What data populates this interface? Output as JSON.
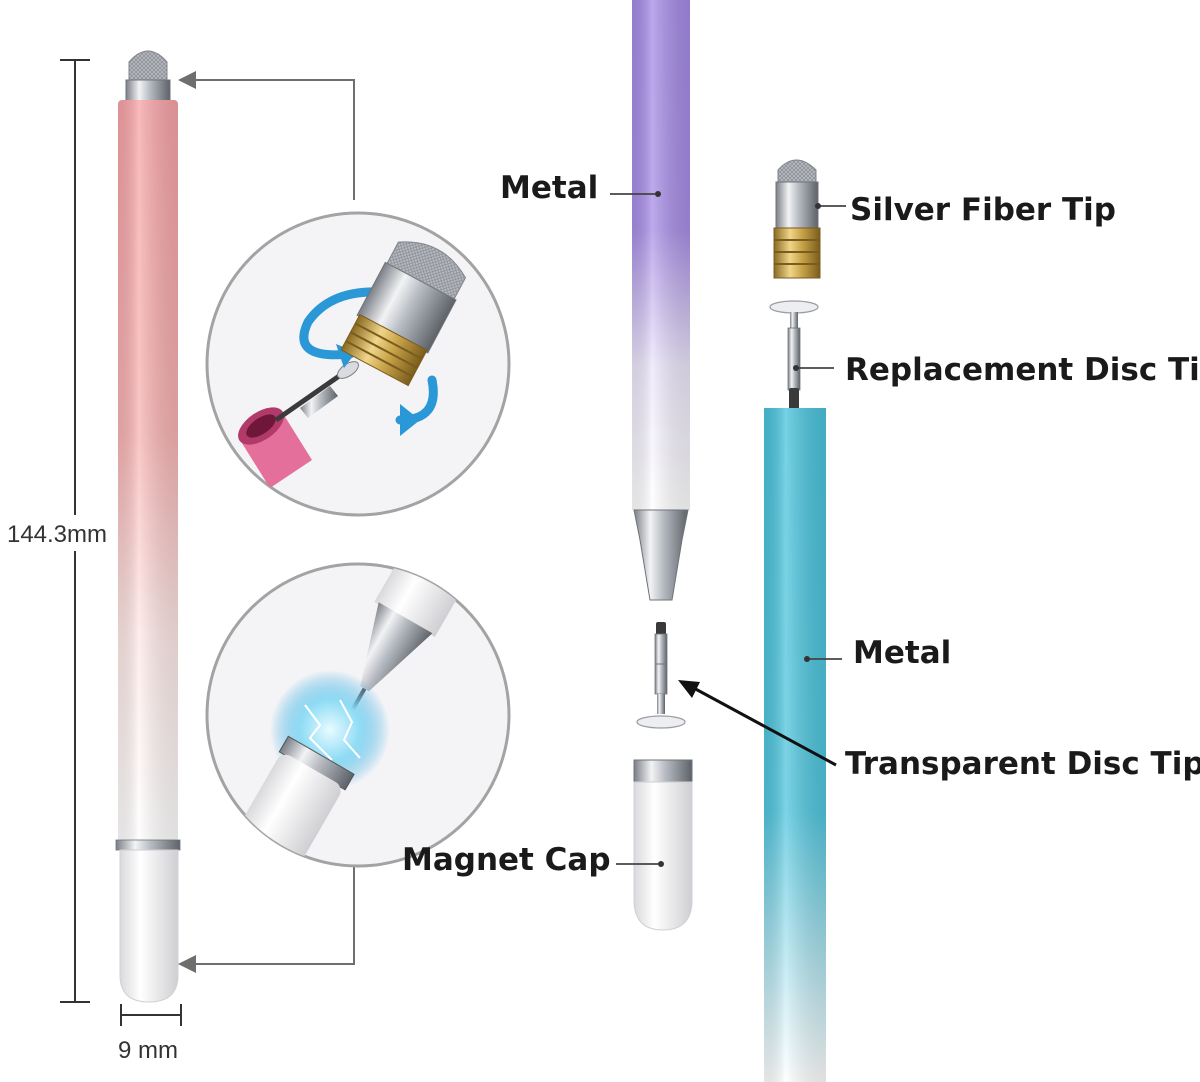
{
  "dimensions": {
    "length": "144.3mm",
    "width": "9 mm"
  },
  "labels": {
    "metal_top": "Metal",
    "silver_fiber_tip": "Silver Fiber Tip",
    "replacement_disc_tip": "Replacement Disc Tip",
    "metal_bottom": "Metal",
    "transparent_disc_tip": "Transparent Disc Tip",
    "magnet_cap": "Magnet Cap"
  },
  "colors": {
    "pink_barrel": "#f7a3a6",
    "purple_barrel": "#a58be6",
    "cyan_barrel": "#49c3dc",
    "gold_thread": "#c9a44a",
    "rotate_arrow": "#2a97d6",
    "pink_cap": "#e46f9a"
  }
}
